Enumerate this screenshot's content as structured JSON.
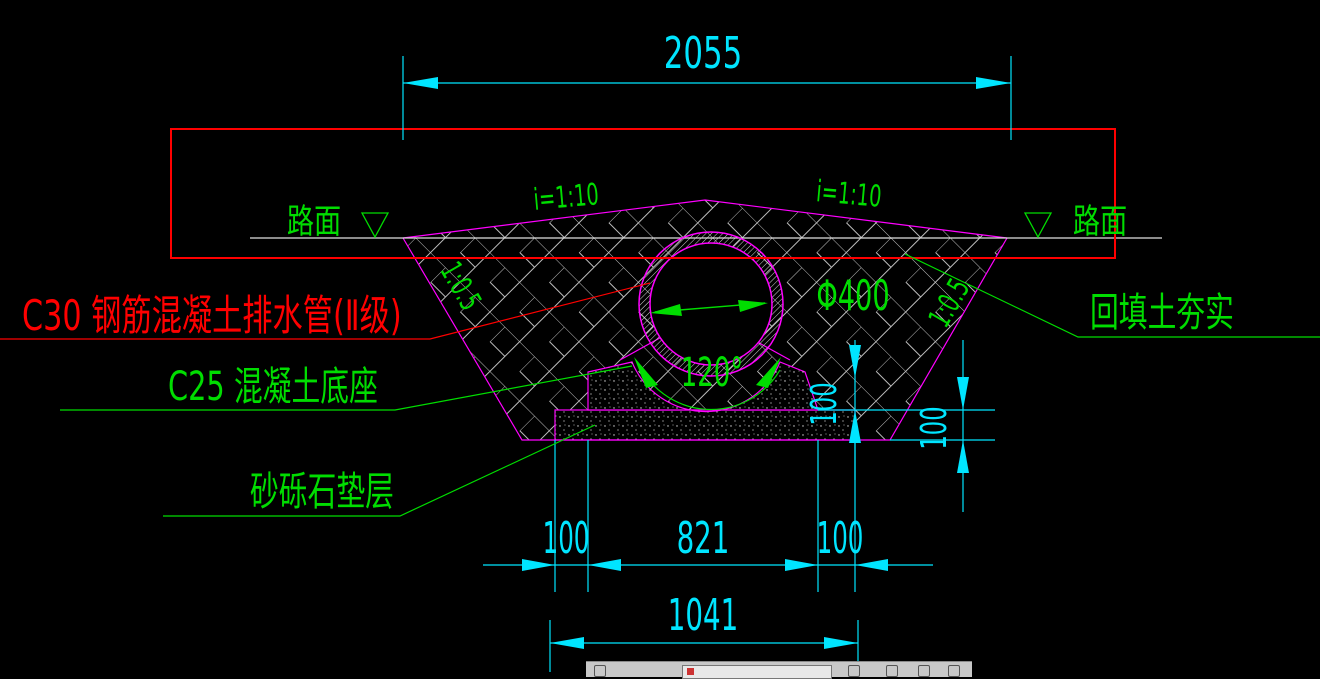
{
  "drawing": {
    "dims": {
      "top_width": "2055",
      "pipe_dia": "Φ400",
      "angle": "120°",
      "base_h": "100",
      "cushion_h": "100",
      "side_left": "100",
      "base_w": "821",
      "side_right": "100",
      "bottom_w": "1041"
    },
    "slopes": {
      "road_left": "i=1:10",
      "road_right": "i=1:10",
      "side_left": "1:0.5",
      "side_right": "1:0.5"
    },
    "labels": {
      "road_left": "路面",
      "road_right": "路面",
      "pipe": "C30 钢筋混凝土排水管(Ⅱ级)",
      "base": "C25 混凝土底座",
      "cushion": "砂砾石垫层",
      "backfill": "回填土夯实"
    }
  },
  "colors": {
    "background": "#000000",
    "dimension": "#00e5ff",
    "leader": "#00dd00",
    "trench": "#ff00ff",
    "highlight": "#ff0000",
    "road": "#e0e0e0"
  }
}
